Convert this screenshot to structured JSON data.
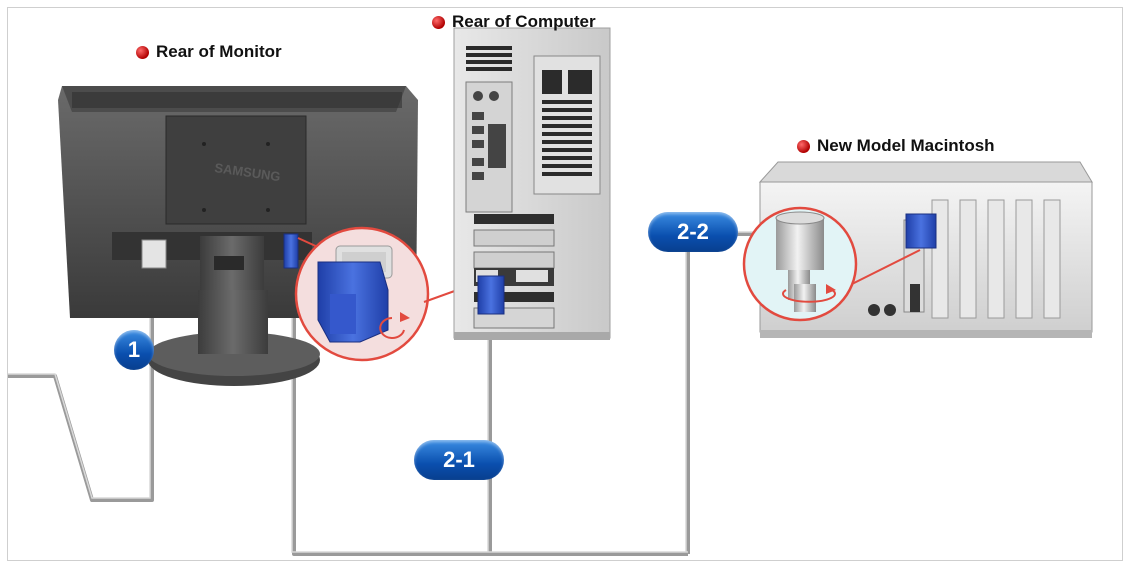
{
  "labels": {
    "rear_monitor": "Rear of Monitor",
    "rear_computer": "Rear of Computer",
    "new_mac": "New Model Macintosh"
  },
  "badges": {
    "b1": "1",
    "b21": "2-1",
    "b22": "2-2"
  },
  "monitor_brand": "SAMSUNG",
  "colors": {
    "badge": "#0a4fae",
    "connector": "#2f54c4",
    "bullet": "#c00000"
  }
}
